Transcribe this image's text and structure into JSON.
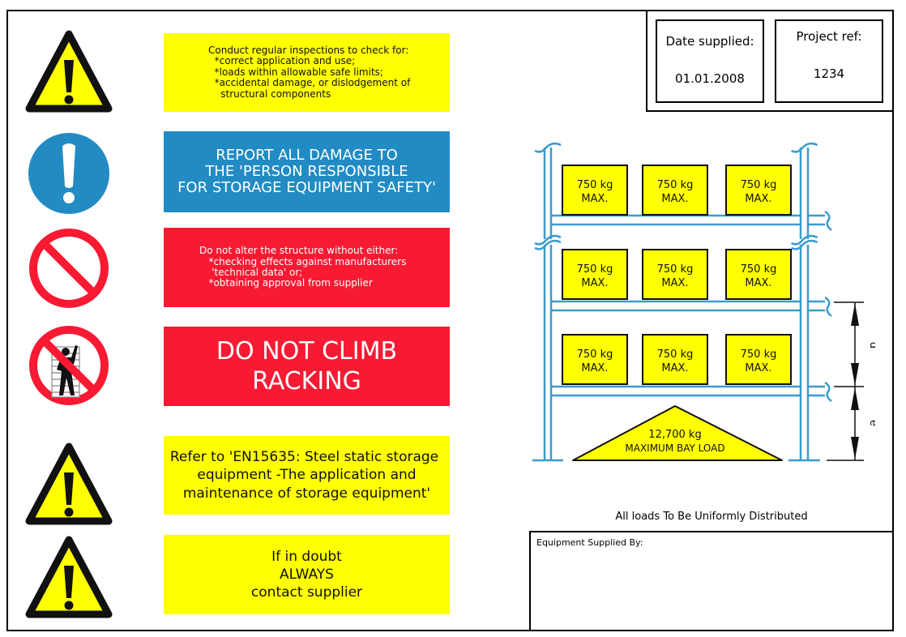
{
  "signs": [
    {
      "icon": "warning-triangle-icon",
      "color": "#ffff00",
      "text_color": "#111111",
      "lines": [
        "Conduct regular inspections to check for:",
        "  *correct application and use;",
        "  *loads within allowable safe limits;",
        "  *accidental damage, or dislodgement of",
        "    structural components"
      ]
    },
    {
      "icon": "mandatory-exclamation-circle-icon",
      "color": "#238bc3",
      "text_color": "#ffffff",
      "lines": [
        "REPORT ALL DAMAGE TO",
        "THE 'PERSON RESPONSIBLE",
        "FOR STORAGE EQUIPMENT SAFETY'"
      ]
    },
    {
      "icon": "prohibition-circle-icon",
      "color": "#f81a33",
      "text_color": "#ffffff",
      "lines": [
        "Do not alter the structure without either:",
        "   *checking effects against manufacturers",
        "    'technical data' or;",
        "   *obtaining approval from supplier"
      ]
    },
    {
      "icon": "no-climbing-icon",
      "color": "#f81a33",
      "text_color": "#ffffff",
      "lines": [
        "DO NOT CLIMB",
        "RACKING"
      ]
    },
    {
      "icon": "warning-triangle-icon",
      "color": "#ffff00",
      "text_color": "#111111",
      "lines": [
        "Refer to 'EN15635: Steel static storage",
        "equipment -The application and",
        "maintenance of storage equipment'"
      ]
    },
    {
      "icon": "warning-triangle-icon",
      "color": "#ffff00",
      "text_color": "#111111",
      "lines": [
        "If in doubt",
        "ALWAYS",
        "contact supplier"
      ]
    }
  ],
  "reference": {
    "date_label": "Date supplied:",
    "date_value": "01.01.2008",
    "project_label": "Project ref:",
    "project_value": "1234"
  },
  "rack": {
    "levels": [
      {
        "boxes": [
          {
            "line1": "750 kg",
            "line2": "MAX."
          },
          {
            "line1": "750 kg",
            "line2": "MAX."
          },
          {
            "line1": "750 kg",
            "line2": "MAX."
          }
        ]
      },
      {
        "boxes": [
          {
            "line1": "750 kg",
            "line2": "MAX."
          },
          {
            "line1": "750 kg",
            "line2": "MAX."
          },
          {
            "line1": "750 kg",
            "line2": "MAX."
          }
        ]
      },
      {
        "boxes": [
          {
            "line1": "750 kg",
            "line2": "MAX."
          },
          {
            "line1": "750 kg",
            "line2": "MAX."
          },
          {
            "line1": "750 kg",
            "line2": "MAX."
          }
        ]
      }
    ],
    "bay_load_line1": "12,700 kg",
    "bay_load_line2": "MAXIMUM BAY LOAD",
    "dimension_labels": [
      "d",
      "e"
    ],
    "frame_color": "#3a9bcf",
    "box_color": "#ffff00"
  },
  "footer": {
    "note": "All loads To Be Uniformly Distributed",
    "supplier_label": "Equipment Supplied By:",
    "supplier_value": ""
  }
}
